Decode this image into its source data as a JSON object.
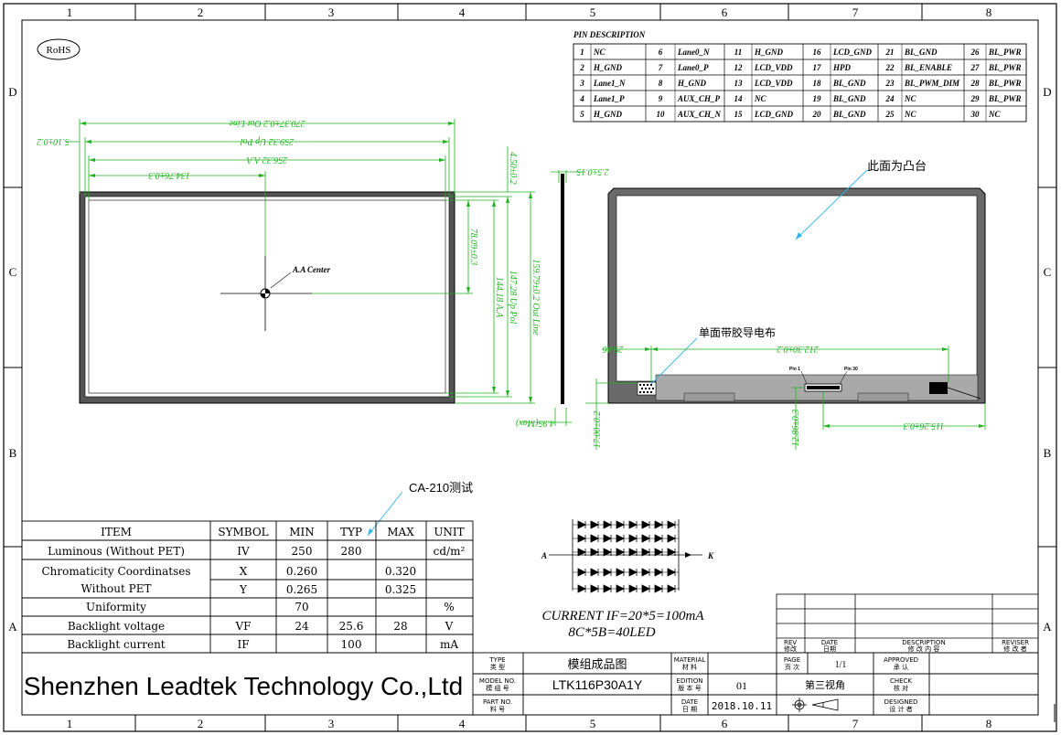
{
  "border": {
    "columns": [
      "1",
      "2",
      "3",
      "4",
      "5",
      "6",
      "7",
      "8"
    ],
    "rows": [
      "D",
      "C",
      "B",
      "A"
    ]
  },
  "rohs": "RoHS",
  "pin_description": {
    "title": "PIN DESCRIPTION",
    "rows": [
      [
        [
          "1",
          "NC"
        ],
        [
          "6",
          "Lane0_N"
        ],
        [
          "11",
          "H_GND"
        ],
        [
          "16",
          "LCD_GND"
        ],
        [
          "21",
          "BL_GND"
        ],
        [
          "26",
          "BL_PWR"
        ]
      ],
      [
        [
          "2",
          "H_GND"
        ],
        [
          "7",
          "Lane0_P"
        ],
        [
          "12",
          "LCD_VDD"
        ],
        [
          "17",
          "HPD"
        ],
        [
          "22",
          "BL_ENABLE"
        ],
        [
          "27",
          "BL_PWR"
        ]
      ],
      [
        [
          "3",
          "Lane1_N"
        ],
        [
          "8",
          "H_GND"
        ],
        [
          "13",
          "LCD_VDD"
        ],
        [
          "18",
          "BL_GND"
        ],
        [
          "23",
          "BL_PWM_DIM"
        ],
        [
          "28",
          "BL_PWR"
        ]
      ],
      [
        [
          "4",
          "Lane1_P"
        ],
        [
          "9",
          "AUX_CH_P"
        ],
        [
          "14",
          "NC"
        ],
        [
          "19",
          "BL_GND"
        ],
        [
          "24",
          "NC"
        ],
        [
          "29",
          "BL_PWR"
        ]
      ],
      [
        [
          "5",
          "H_GND"
        ],
        [
          "10",
          "AUX_CH_N"
        ],
        [
          "15",
          "LCD_GND"
        ],
        [
          "20",
          "BL_GND"
        ],
        [
          "25",
          "NC"
        ],
        [
          "30",
          "NC"
        ]
      ]
    ]
  },
  "front_view": {
    "dim_outline_w": "270.37±0.2 Out Line",
    "dim_pol_w": "259.32 Up Pol",
    "dim_aa_w": "256.32 A.A",
    "dim_left": "5.10±0.2",
    "dim_center_x": "134.76±0.3",
    "dim_top": "4.50±0.2",
    "dim_center_y": "78.09±0.3",
    "dim_aa_h": "144.18 A.A",
    "dim_pol_h": "147.28 Up Pol",
    "dim_outline_h": "159.79±0.2 Out Line",
    "aa_center": "A.A Center"
  },
  "side_view": {
    "dim_thick": "2.5±0.15",
    "dim_max": "4.95(Max)"
  },
  "back_view": {
    "note_boss": "此面为凸台",
    "note_tape": "单面带胶导电布",
    "dim_29": "29.46",
    "dim_212": "212.30±0.2",
    "pin1": "Pin 1",
    "pin30": "Pin 30",
    "dim_17": "17.00±0.2",
    "dim_12": "12.86±0.3",
    "dim_115": "115.26±0.3"
  },
  "ca210": "CA-210测试",
  "spec_table": {
    "headers": [
      "ITEM",
      "SYMBOL",
      "MIN",
      "TYP",
      "MAX",
      "UNIT"
    ],
    "luminous": {
      "item": "Luminous (Without PET)",
      "symbol": "IV",
      "min": "250",
      "typ": "280",
      "max": "",
      "unit": "cd/m²"
    },
    "chroma_item1": "Chromaticity Coordinatses",
    "chroma_item2": "Without PET",
    "chroma_x": {
      "symbol": "X",
      "min": "0.260",
      "max": "0.320"
    },
    "chroma_y": {
      "symbol": "Y",
      "min": "0.265",
      "max": "0.325"
    },
    "uniformity": {
      "item": "Uniformity",
      "symbol": "",
      "min": "70",
      "typ": "",
      "max": "",
      "unit": "%"
    },
    "bl_voltage": {
      "item": "Backlight voltage",
      "symbol": "VF",
      "min": "24",
      "typ": "25.6",
      "max": "28",
      "unit": "V"
    },
    "bl_current": {
      "item": "Backlight current",
      "symbol": "IF",
      "min": "",
      "typ": "100",
      "max": "",
      "unit": "mA"
    }
  },
  "led": {
    "anode": "A",
    "cathode": "K",
    "current": "CURRENT IF=20*5=100mA",
    "config": "8C*5B=40LED"
  },
  "title_block": {
    "company": "Shenzhen Leadtek Technology Co.,Ltd",
    "type_label_en": "TYPE",
    "type_label_cn": "类 型",
    "type_value": "模组成品图",
    "material_en": "MATERIAL",
    "material_cn": "材 料",
    "model_en": "MODEL NO.",
    "model_cn": "模 组 号",
    "model_value": "LTK116P30A1Y",
    "edition_en": "EDITION",
    "edition_cn": "版 本 号",
    "edition_value": "01",
    "part_en": "PART NO.",
    "part_cn": "料 号",
    "date_en": "DATE",
    "date_cn": "日 期",
    "date_value": "2018.10.11",
    "page_en": "PAGE",
    "page_cn": "页 次",
    "page_value": "1/1",
    "projection": "第三视角",
    "approved_en": "APPROVED",
    "approved_cn": "承 认",
    "check_en": "CHECK",
    "check_cn": "核 对",
    "designed_en": "DESIGNED",
    "designed_cn": "设 计 者",
    "rev_en": "REV",
    "rev_cn": "修改",
    "date2_en": "DATE",
    "date2_cn": "日期",
    "desc_en": "DESCRIPTION",
    "desc_cn": "修 改 内 容",
    "reviser_en": "REVISER",
    "reviser_cn": "修 改 者"
  },
  "colors": {
    "dimension": "#1db31d",
    "leader": "#2fb5e6",
    "line": "#000000"
  }
}
